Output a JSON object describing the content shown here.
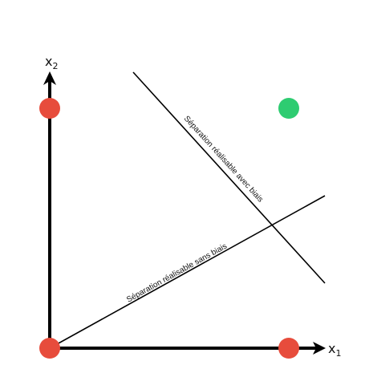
{
  "axes": {
    "x_label_main": "x",
    "x_label_sub": "1",
    "y_label_main": "x",
    "y_label_sub": "2"
  },
  "lines": {
    "with_bias_label": "Séparation réalisable avec biais",
    "without_bias_label": "Séparation réalisable sans biais"
  },
  "points": [
    {
      "id": "origin",
      "class": "red",
      "x1": 0,
      "x2": 0
    },
    {
      "id": "on-x1",
      "class": "red",
      "x1": 1,
      "x2": 0
    },
    {
      "id": "on-x2",
      "class": "red",
      "x1": 0,
      "x2": 1
    },
    {
      "id": "diagonal",
      "class": "green",
      "x1": 1,
      "x2": 1
    }
  ],
  "colors": {
    "red_point": "#E74C3C",
    "green_point": "#2ECC71",
    "axis": "#000000",
    "line": "#000000"
  }
}
